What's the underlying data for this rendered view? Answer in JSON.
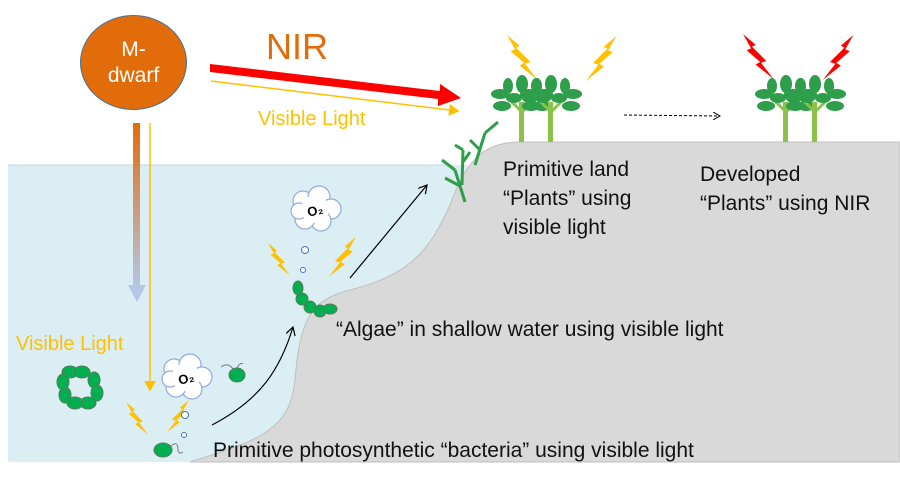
{
  "star": {
    "line1": "M-",
    "line2": "dwarf"
  },
  "beams": {
    "nir": "NIR",
    "visible_top": "Visible Light",
    "visible_left": "Visible Light"
  },
  "labels": {
    "land_primitive": [
      "Primitive land",
      "“Plants” using",
      "visible light"
    ],
    "land_developed": [
      "Developed",
      "“Plants” using NIR"
    ],
    "algae": "“Algae” in shallow water using visible light",
    "bacteria": "Primitive photosynthetic “bacteria” using visible light",
    "o2": "O₂"
  },
  "colors": {
    "star": "#e36c0a",
    "nir": "#ff0000",
    "visible": "#ffc000",
    "water": "#dbeef4",
    "land": "#d9d9d9",
    "organism": "#00b050",
    "plant": "#33a852"
  }
}
